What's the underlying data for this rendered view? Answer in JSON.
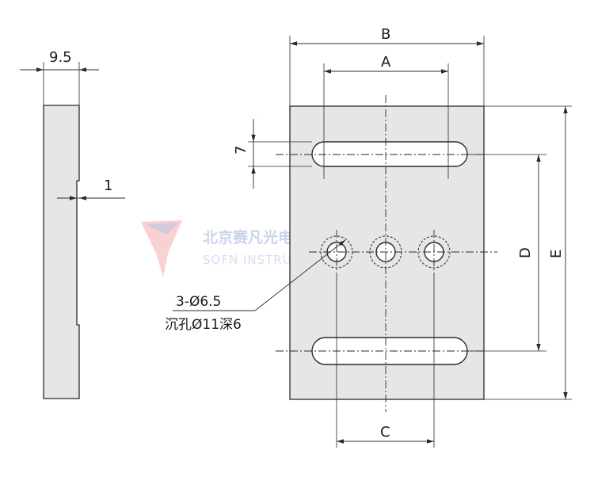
{
  "dimensions": {
    "thickness": "9.5",
    "step": "1",
    "width_b": "B",
    "slot_span_a": "A",
    "slot_width": "7",
    "hole_spacing_c": "C",
    "slot_spacing_d": "D",
    "height_e": "E"
  },
  "callout": {
    "line1": "3-Ø6.5",
    "line2": "沉孔Ø11深6"
  },
  "watermark": {
    "company_cn": "北京赛凡光电仪器有限公司",
    "company_en": "SOFN INSTRUMENTS CO.,LTD"
  },
  "colors": {
    "part_fill": "#e6e6e6",
    "line": "#2a2a2a",
    "watermark_blue": "#9fb3df",
    "watermark_red": "#f3b3b3"
  }
}
